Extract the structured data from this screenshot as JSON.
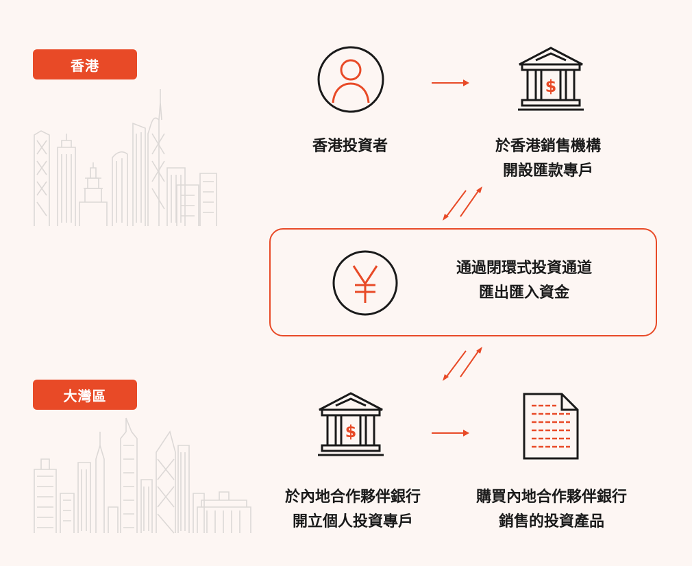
{
  "regions": {
    "hk": "香港",
    "gba": "大灣區"
  },
  "nodes": {
    "hk_investor": [
      "香港投資者"
    ],
    "hk_bank": [
      "於香港銷售機構",
      "開設匯款專戶"
    ],
    "channel": [
      "通過閉環式投資通道",
      "匯出匯入資金"
    ],
    "mainland_bank": [
      "於內地合作夥伴銀行",
      "開立個人投資專戶"
    ],
    "products": [
      "購買內地合作夥伴銀行",
      "銷售的投資產品"
    ]
  },
  "icons": {
    "hk_investor": "person-icon",
    "hk_bank": "bank-dollar-icon",
    "channel": "yen-coin-icon",
    "mainland_bank": "bank-dollar-icon",
    "products": "document-icon"
  },
  "colors": {
    "accent": "#e84a27",
    "background": "#fdf6f3",
    "skyline": "#d9d6d4",
    "text": "#1a1a1a"
  }
}
